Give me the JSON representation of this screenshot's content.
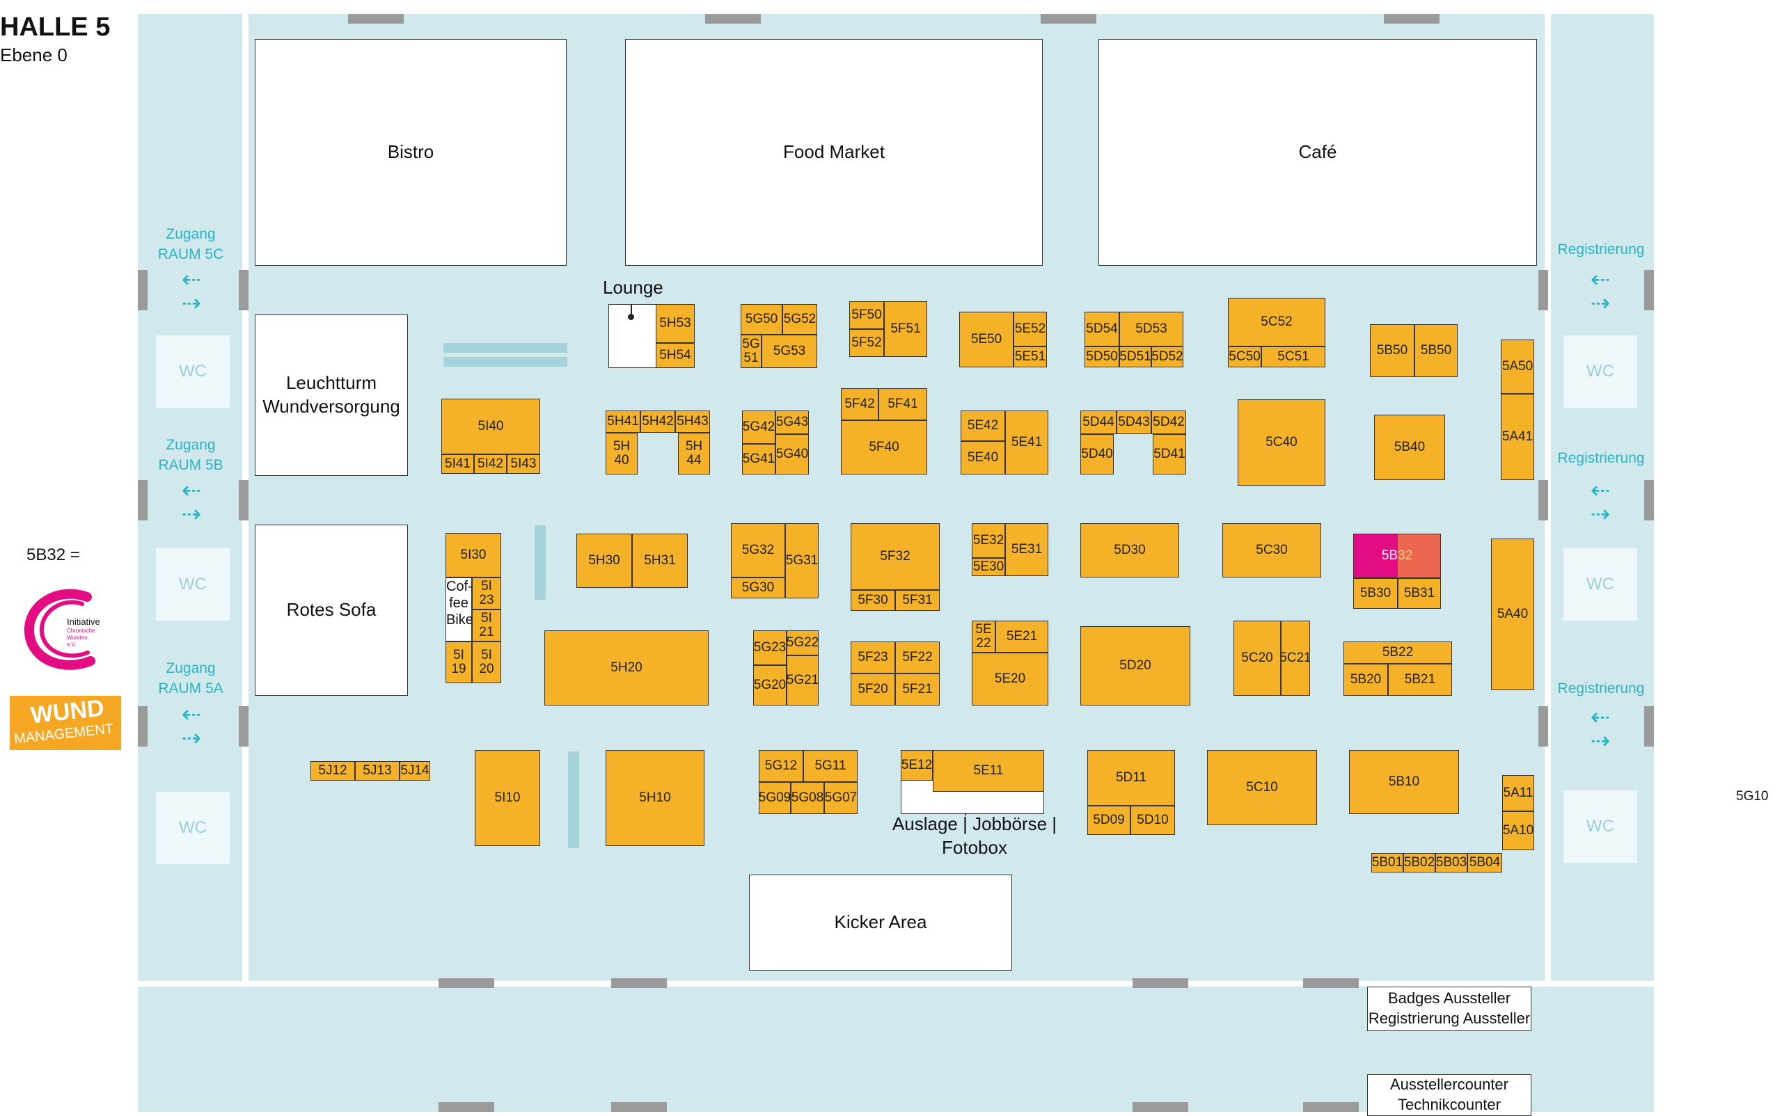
{
  "title": {
    "hall": "HALLE 5",
    "level": "Ebene 0"
  },
  "rooms": {
    "bistro": "Bistro",
    "food_market": "Food Market",
    "cafe": "Café",
    "leuchtturm": "Leuchtturm\nWundversorgung",
    "rotes_sofa": "Rotes Sofa",
    "kicker": "Kicker Area"
  },
  "labels": {
    "lounge": "Lounge",
    "coffee_bike": "Cof-\nfee\nBike",
    "auslage": "Auslage | Jobbörse |\nFotobox",
    "badges": "Badges Aussteller\nRegistrierung Aussteller",
    "ausstellercounter": "Ausstellercounter\nTechnikcounter",
    "legend_booth": "5B32 =",
    "outside_booth": "5G10"
  },
  "access": {
    "zugang_5c": "Zugang\nRAUM 5C",
    "zugang_5b": "Zugang\nRAUM 5B",
    "zugang_5a": "Zugang\nRAUM 5A",
    "registrierung": "Registrierung",
    "wc": "WC",
    "arrow_icon": "⇠\n⇢"
  },
  "logos": {
    "initiative_lines": [
      "Initiative",
      "Chronische",
      "Wunden",
      "e.V."
    ],
    "wund_top": "WUND",
    "wund_bottom": "MANAGEMENT"
  },
  "colors": {
    "booth": "#f5b128",
    "highlight": "#e30c82",
    "floor": "#d1e8ec",
    "access_text": "#2bb4c4"
  },
  "booths": {
    "b5H53": "5H53",
    "b5H54": "5H54",
    "b5G50": "5G50",
    "b5G52": "5G52",
    "b5G51": "5G\n51",
    "b5G53": "5G53",
    "b5F50": "5F50",
    "b5F52": "5F52",
    "b5F51": "5F51",
    "b5E50": "5E50",
    "b5E52": "5E52",
    "b5E51": "5E51",
    "b5D54": "5D54",
    "b5D53": "5D53",
    "b5D50": "5D50",
    "b5D51": "5D51",
    "b5D52": "5D52",
    "b5C52": "5C52",
    "b5C50": "5C50",
    "b5C51": "5C51",
    "b5B50a": "5B50",
    "b5B50b": "5B50",
    "b5A50": "5A50",
    "b5A41": "5A41",
    "b5I40": "5I40",
    "b5I41": "5I41",
    "b5I42": "5I42",
    "b5I43": "5I43",
    "b5H41": "5H41",
    "b5H42": "5H42",
    "b5H43": "5H43",
    "b5H40": "5H\n40",
    "b5H44": "5H\n44",
    "b5G42": "5G42",
    "b5G43": "5G43",
    "b5G41": "5G41",
    "b5G40": "5G40",
    "b5F42": "5F42",
    "b5F41": "5F41",
    "b5F40": "5F40",
    "b5E42": "5E42",
    "b5E41": "5E41",
    "b5E40": "5E40",
    "b5D44": "5D44",
    "b5D43": "5D43",
    "b5D42": "5D42",
    "b5D40": "5D40",
    "b5D41": "5D41",
    "b5C40": "5C40",
    "b5B40": "5B40",
    "b5I30": "5I30",
    "b5I23": "5I\n23",
    "b5I21": "5I\n21",
    "b5I19": "5I\n19",
    "b5I20": "5I\n20",
    "b5H30": "5H30",
    "b5H31": "5H31",
    "b5G32": "5G32",
    "b5G31": "5G31",
    "b5G30": "5G30",
    "b5F32": "5F32",
    "b5F30": "5F30",
    "b5F31": "5F31",
    "b5E32": "5E32",
    "b5E30": "5E30",
    "b5E31": "5E31",
    "b5D30": "5D30",
    "b5C30": "5C30",
    "b5B32": "5B32",
    "b5B30": "5B30",
    "b5B31": "5B31",
    "b5A40": "5A40",
    "b5H20": "5H20",
    "b5G23": "5G23",
    "b5G22": "5G22",
    "b5G20": "5G20",
    "b5G21": "5G21",
    "b5F23": "5F23",
    "b5F22": "5F22",
    "b5F20": "5F20",
    "b5F21": "5F21",
    "b5E22": "5E\n22",
    "b5E21": "5E21",
    "b5E20": "5E20",
    "b5D20": "5D20",
    "b5C20": "5C20",
    "b5C21": "5C21",
    "b5B22": "5B22",
    "b5B20": "5B20",
    "b5B21": "5B21",
    "b5J12": "5J12",
    "b5J13": "5J13",
    "b5J14": "5J14",
    "b5I10": "5I10",
    "b5H10": "5H10",
    "b5G12": "5G12",
    "b5G11": "5G11",
    "b5G09": "5G09",
    "b5G08": "5G08",
    "b5G07": "5G07",
    "b5E12": "5E12",
    "b5E11": "5E11",
    "b5D11": "5D11",
    "b5D09": "5D09",
    "b5D10": "5D10",
    "b5C10": "5C10",
    "b5B10": "5B10",
    "b5A11": "5A11",
    "b5A10": "5A10",
    "b5B01": "5B01",
    "b5B02": "5B02",
    "b5B03": "5B03",
    "b5B04": "5B04"
  }
}
